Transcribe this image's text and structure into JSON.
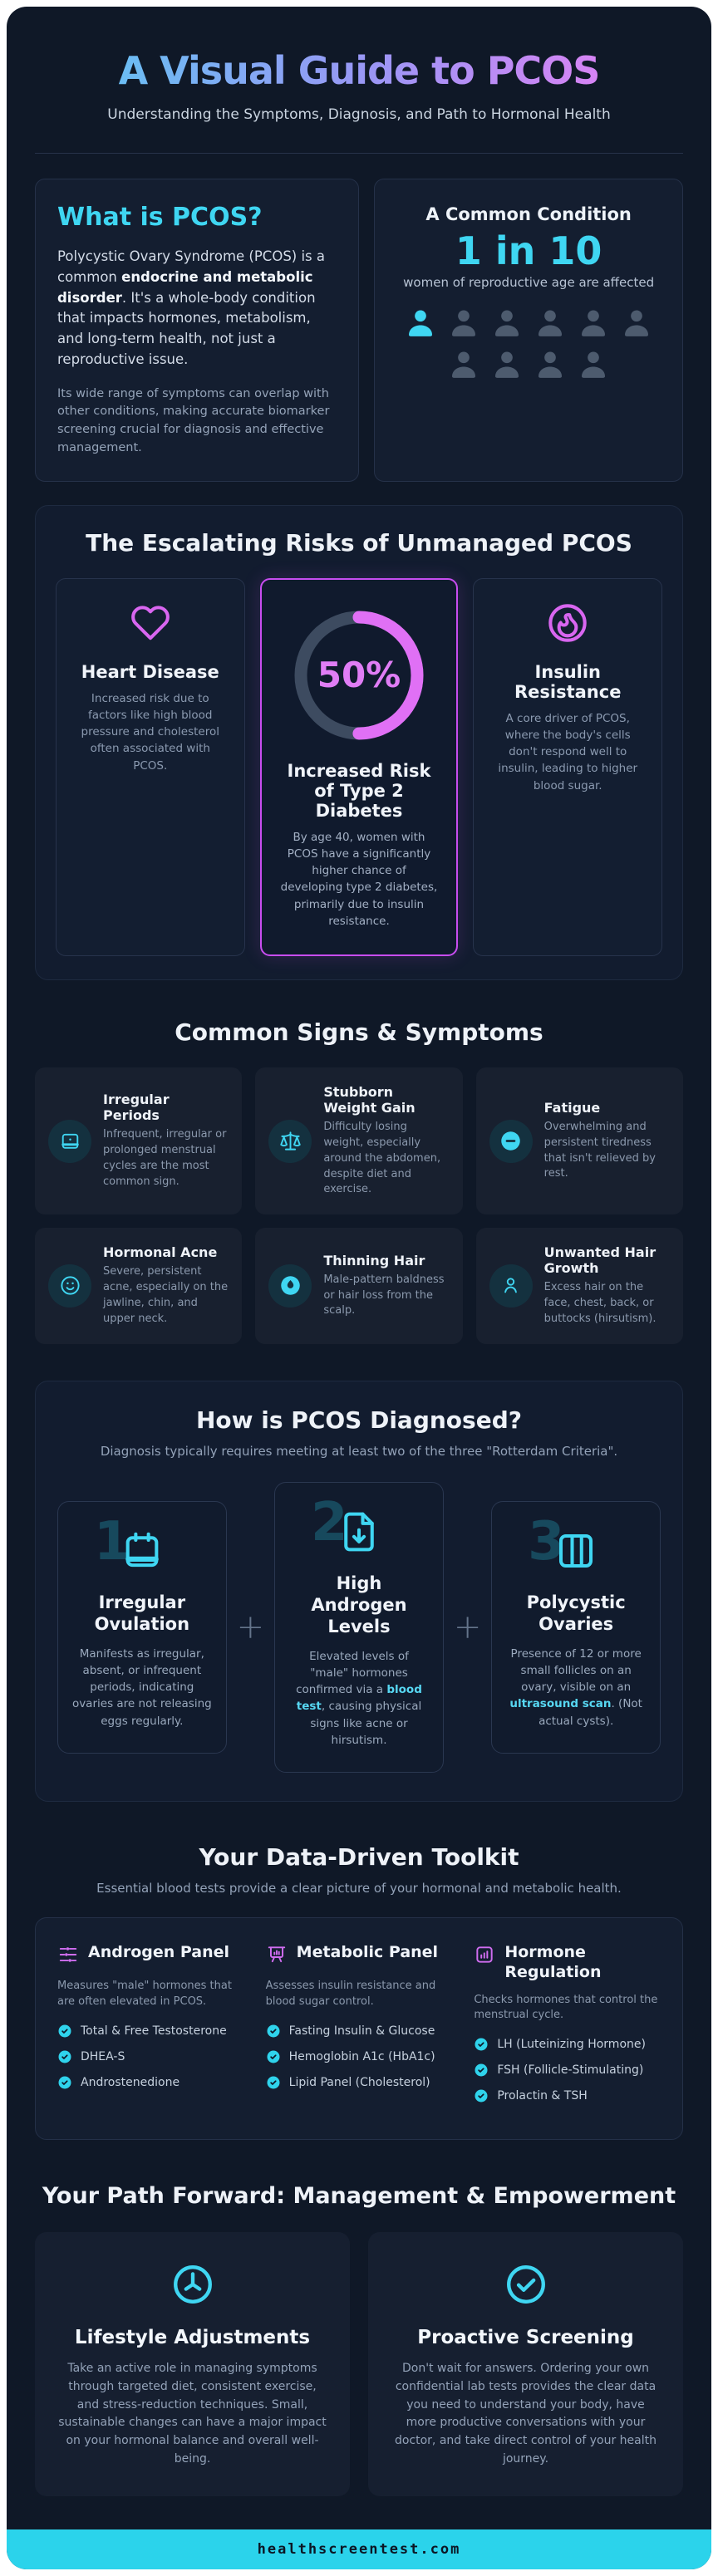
{
  "theme": {
    "page_bg": "#ffffff",
    "container_bg": "#0f1827",
    "accent_cyan": "#3fd6f2",
    "accent_magenta": "#d966f0",
    "footer_bg": "#2bd3eb",
    "title_gradient": [
      "#5bc9f2",
      "#9b96f5",
      "#ec7df4"
    ]
  },
  "header": {
    "title": "A Visual Guide to PCOS",
    "subtitle": "Understanding the Symptoms, Diagnosis, and Path to Hormonal Health"
  },
  "what_is": {
    "heading": "What is PCOS?",
    "p1_pre": "Polycystic Ovary Syndrome (PCOS) is a common ",
    "p1_bold": "endocrine and metabolic disorder",
    "p1_post": ". It's a whole-body condition that impacts hormones, metabolism, and long-term health, not just a reproductive issue.",
    "p2": "Its wide range of symptoms can overlap with other conditions, making accurate biomarker screening crucial for diagnosis and effective management."
  },
  "common_condition": {
    "heading": "A Common Condition",
    "stat": "1 in 10",
    "caption": "women of reproductive age are affected",
    "pictogram_total": 10,
    "pictogram_affected": 1
  },
  "risks": {
    "heading": "The Escalating Risks of Unmanaged PCOS",
    "cards": [
      {
        "icon": "heart-icon",
        "title": "Heart Disease",
        "text": "Increased risk due to factors like high blood pressure and cholesterol often associated with PCOS."
      },
      {
        "stat": "50%",
        "percent": 50,
        "title": "Increased Risk of Type 2 Diabetes",
        "text": "By age 40, women with PCOS have a significantly higher chance of developing type 2 diabetes, primarily due to insulin resistance."
      },
      {
        "icon": "flame-icon",
        "title": "Insulin Resistance",
        "text": "A core driver of PCOS, where the body's cells don't respond well to insulin, leading to higher blood sugar."
      }
    ]
  },
  "symptoms": {
    "heading": "Common Signs & Symptoms",
    "cards": [
      {
        "icon": "calendar-icon",
        "title": "Irregular Periods",
        "text": "Infrequent, irregular or prolonged menstrual cycles are the most common sign."
      },
      {
        "icon": "scale-icon",
        "title": "Stubborn Weight Gain",
        "text": "Difficulty losing weight, especially around the abdomen, despite diet and exercise."
      },
      {
        "icon": "minus-circle-icon",
        "title": "Fatigue",
        "text": "Overwhelming and persistent tiredness that isn't relieved by rest."
      },
      {
        "icon": "smile-icon",
        "title": "Hormonal Acne",
        "text": "Severe, persistent acne, especially on the jawline, chin, and upper neck."
      },
      {
        "icon": "droplet-circle-icon",
        "title": "Thinning Hair",
        "text": "Male-pattern baldness or hair loss from the scalp."
      },
      {
        "icon": "person-icon",
        "title": "Unwanted Hair Growth",
        "text": "Excess hair on the face, chest, back, or buttocks (hirsutism)."
      }
    ]
  },
  "diagnosis": {
    "heading": "How is PCOS Diagnosed?",
    "subtitle": "Diagnosis typically requires meeting at least two of the three \"Rotterdam Criteria\".",
    "plus": "+",
    "criteria": [
      {
        "number": "1",
        "icon": "calendar-icon",
        "title": "Irregular Ovulation",
        "text_pre": "Manifests as irregular, absent, or infrequent periods, indicating ovaries are not releasing eggs regularly.",
        "text_bold": "",
        "text_post": ""
      },
      {
        "number": "2",
        "icon": "file-down-icon",
        "title": "High Androgen Levels",
        "text_pre": "Elevated levels of \"male\" hormones confirmed via a ",
        "text_bold": "blood test",
        "text_post": ", causing physical signs like acne or hirsutism."
      },
      {
        "number": "3",
        "icon": "columns-icon",
        "title": "Polycystic Ovaries",
        "text_pre": "Presence of 12 or more small follicles on an ovary, visible on an ",
        "text_bold": "ultrasound scan",
        "text_post": ". (Not actual cysts)."
      }
    ]
  },
  "toolkit": {
    "heading": "Your Data-Driven Toolkit",
    "subtitle": "Essential blood tests provide a clear picture of your hormonal and metabolic health.",
    "panels": [
      {
        "icon": "sliders-icon",
        "title": "Androgen Panel",
        "desc": "Measures \"male\" hormones that are often elevated in PCOS.",
        "items": [
          "Total & Free Testosterone",
          "DHEA-S",
          "Androstenedione"
        ]
      },
      {
        "icon": "presentation-chart-icon",
        "title": "Metabolic Panel",
        "desc": "Assesses insulin resistance and blood sugar control.",
        "items": [
          "Fasting Insulin & Glucose",
          "Hemoglobin A1c (HbA1c)",
          "Lipid Panel (Cholesterol)"
        ]
      },
      {
        "icon": "bar-chart-square-icon",
        "title": "Hormone Regulation",
        "desc": "Checks hormones that control the menstrual cycle.",
        "items": [
          "LH (Luteinizing Hormone)",
          "FSH (Follicle-Stimulating)",
          "Prolactin & TSH"
        ]
      }
    ]
  },
  "path_forward": {
    "heading": "Your Path Forward: Management & Empowerment",
    "cards": [
      {
        "icon": "timer-icon",
        "title": "Lifestyle Adjustments",
        "text": "Take an active role in managing symptoms through targeted diet, consistent exercise, and stress-reduction techniques. Small, sustainable changes can have a major impact on your hormonal balance and overall well-being."
      },
      {
        "icon": "check-circle-icon",
        "title": "Proactive Screening",
        "text": "Don't wait for answers. Ordering your own confidential lab tests provides the clear data you need to understand your body, have more productive conversations with your doctor, and take direct control of your health journey."
      }
    ]
  },
  "footer": {
    "domain": "healthscreentest.com"
  }
}
